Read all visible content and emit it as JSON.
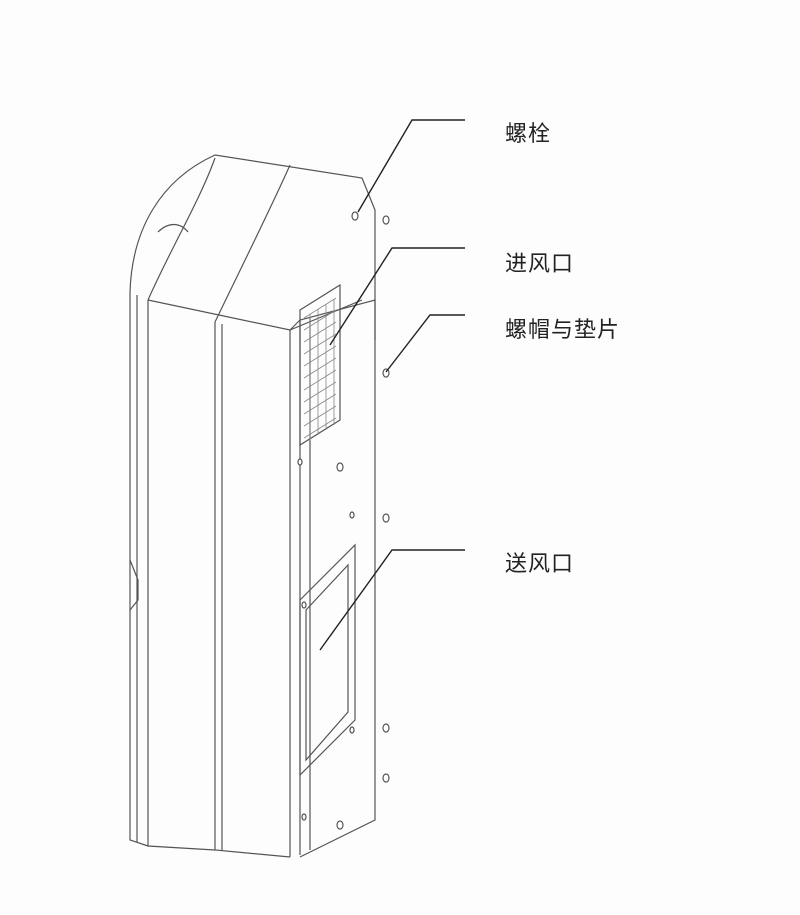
{
  "labels": {
    "bolt": "螺栓",
    "air_inlet": "进风口",
    "nut_washer": "螺帽与垫片",
    "air_outlet": "送风口"
  },
  "colors": {
    "line": "#333333",
    "text": "#222222"
  }
}
